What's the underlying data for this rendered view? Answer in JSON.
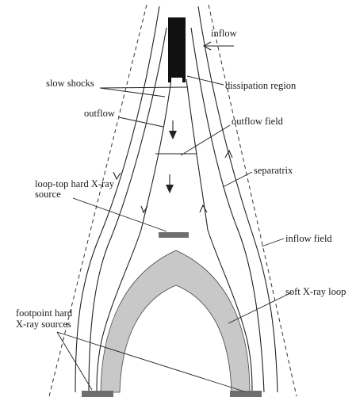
{
  "labels": {
    "inflow": "inflow",
    "slow_shocks": "slow shocks",
    "dissipation_region": "dissipation region",
    "outflow": "outflow",
    "outflow_field": "outflow field",
    "separatrix": "separatrix",
    "loop_top_line1": "loop-top hard X-ray",
    "loop_top_line2": "source",
    "inflow_field": "inflow field",
    "soft_xray_loop": "soft X-ray loop",
    "footpoint_line1": "footpoint hard",
    "footpoint_line2": "X-ray sources"
  },
  "colors": {
    "ink": "#222222",
    "dissipation_fill": "#111111",
    "loop_fill": "#c8c8c8",
    "source_fill": "#6e6e6e"
  }
}
